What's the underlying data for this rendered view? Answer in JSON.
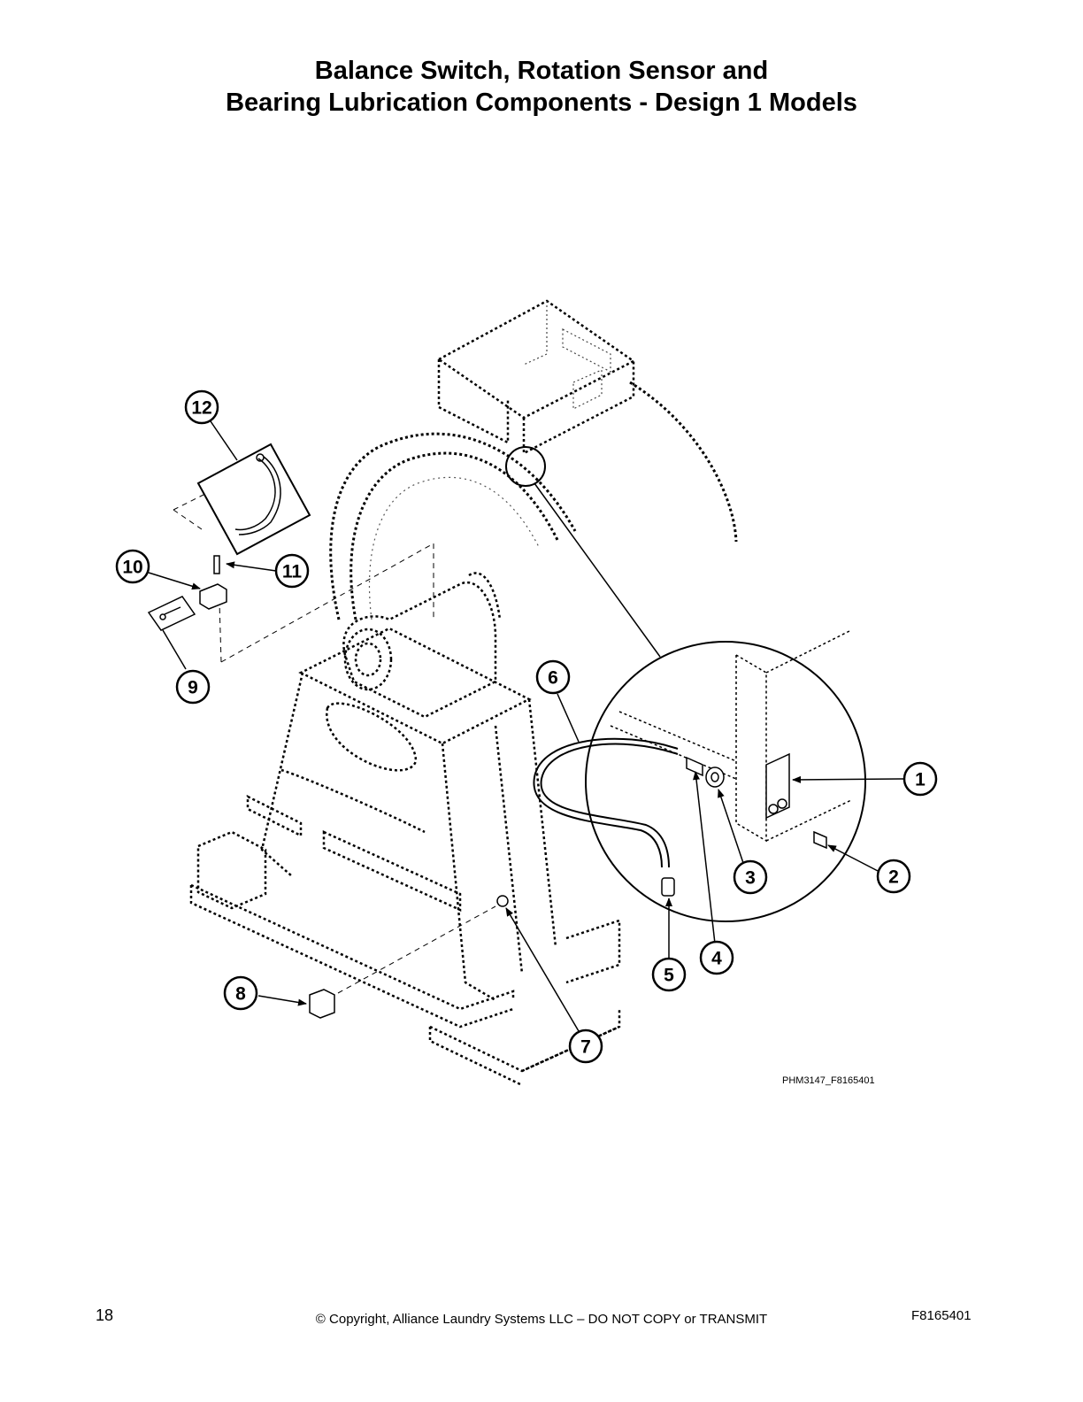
{
  "page": {
    "title_line1": "Balance Switch, Rotation Sensor and",
    "title_line2": "Bearing Lubrication Components - Design 1 Models",
    "figure_ref": "PHM3147_F8165401",
    "page_number": "18",
    "copyright": "© Copyright, Alliance Laundry Systems LLC – DO NOT COPY or TRANSMIT",
    "doc_id": "F8165401"
  },
  "callouts": [
    {
      "num": "1"
    },
    {
      "num": "2"
    },
    {
      "num": "3"
    },
    {
      "num": "4"
    },
    {
      "num": "5"
    },
    {
      "num": "6"
    },
    {
      "num": "7"
    },
    {
      "num": "8"
    },
    {
      "num": "9"
    },
    {
      "num": "10"
    },
    {
      "num": "11"
    },
    {
      "num": "12"
    }
  ]
}
